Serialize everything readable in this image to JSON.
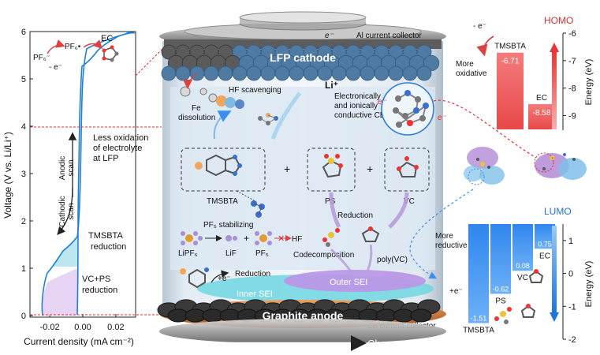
{
  "left_plot": {
    "ylabel": "Voltage (V vs. Li/Li⁺)",
    "xlabel": "Current density (mA cm⁻²)",
    "y_ticks": [
      "0",
      "1",
      "2",
      "3",
      "4",
      "5",
      "6"
    ],
    "x_ticks": [
      "-0.02",
      "0.00",
      "0.02"
    ],
    "ylim": [
      0,
      6
    ],
    "xlim": [
      -0.032,
      0.032
    ],
    "ann_less_oxidation_1": "Less oxidation",
    "ann_less_oxidation_2": "of electrolyte",
    "ann_less_oxidation_3": "at LFP",
    "ann_anodic_1": "Anodic",
    "ann_anodic_2": "scan",
    "ann_cathodic_1": "Cathodic",
    "ann_cathodic_2": "scan",
    "ann_tmsbta_1": "TMSBTA",
    "ann_tmsbta_2": "reduction",
    "ann_vcps_1": "VC+PS",
    "ann_vcps_2": "reduction",
    "pf6": "PF₆⁻",
    "pf6_rad": "PF₆•",
    "ec": "EC",
    "minus_e": "- e⁻"
  },
  "center": {
    "cathode_label": "LFP cathode",
    "al_collector": "Al current collector",
    "e_top": "e⁻",
    "li": "Li⁺",
    "cei_1": "Electronically",
    "cei_2": "and ionically",
    "cei_3": "conductive CEI",
    "hf_scavenging": "HF scavenging",
    "fe_1": "Fe",
    "fe_2": "dissolution",
    "tmsbta": "TMSBTA",
    "ps": "PS",
    "vc": "VC",
    "plus": "+",
    "pf5_stab": "PF₅ stabilizing",
    "lipf6": "LiPF₆",
    "lif": "LiF",
    "pf5": "PF₅",
    "hf": "HF",
    "reduction_mid": "Reduction",
    "codecomposition": "Codecomposition",
    "polyvc": "poly(VC)",
    "reduction_bottom": "Reduction",
    "e_bottom": "+e⁻",
    "outer_sei": "Outer SEI",
    "inner_sei": "Inner SEI",
    "anode_label": "Graphite anode",
    "cu_collector": "Cu current collector",
    "charge": "Charge"
  },
  "homo_chart": {
    "title": "HOMO",
    "ylabel": "Energy (eV)",
    "ylim": [
      -9.5,
      -6
    ],
    "y_ticks": [
      "-6",
      "-7",
      "-8",
      "-9"
    ],
    "categories": [
      "TMSBTA",
      "EC"
    ],
    "values": [
      -6.71,
      -8.58
    ],
    "value_labels": [
      "-6.71",
      "-8.58"
    ],
    "more_oxidative_1": "More",
    "more_oxidative_2": "oxidative",
    "minus_e": "- e⁻",
    "color": "#f0595b"
  },
  "lumo_chart": {
    "title": "LUMO",
    "ylabel": "Energy (eV)",
    "ylim": [
      -2,
      1.5
    ],
    "y_ticks": [
      "1",
      "0",
      "-1",
      "-2"
    ],
    "categories": [
      "TMSBTA",
      "PS",
      "VC",
      "EC"
    ],
    "values": [
      -1.51,
      -0.62,
      0.08,
      0.75
    ],
    "value_labels": [
      "-1.51",
      "-0.62",
      "0.08",
      "0.75"
    ],
    "more_reductive_1": "More",
    "more_reductive_2": "reductive",
    "plus_e": "+e⁻",
    "color": "#3a8ef0"
  }
}
